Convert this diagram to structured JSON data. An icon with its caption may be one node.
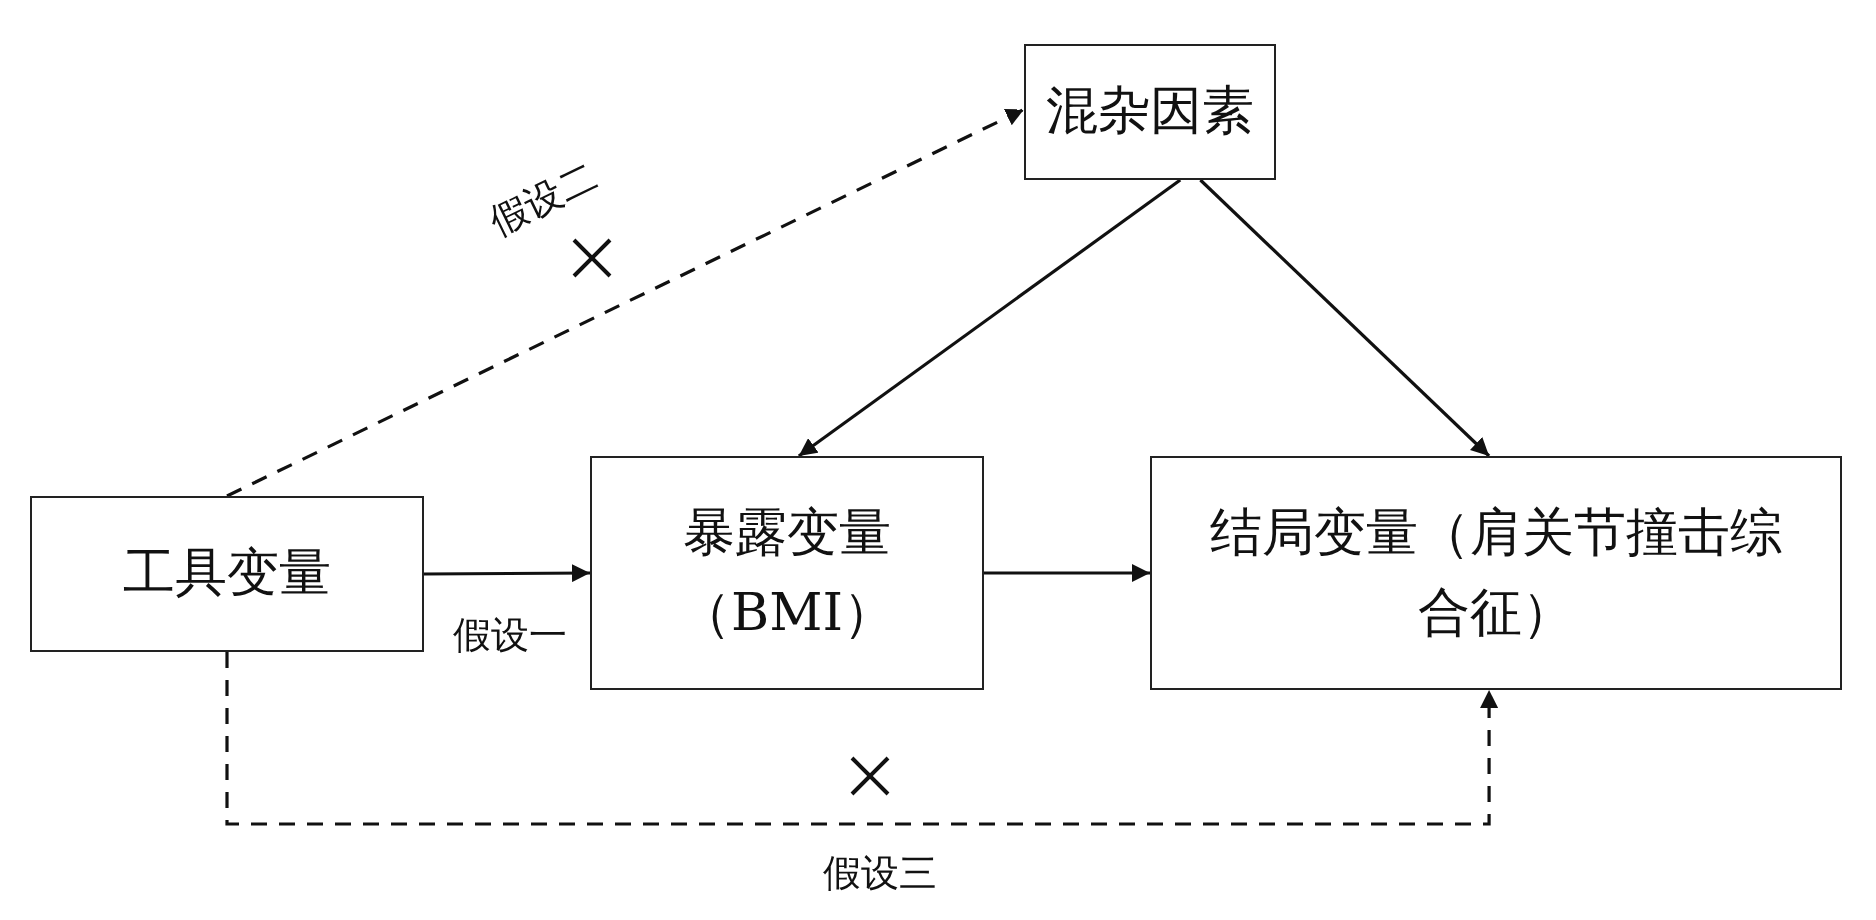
{
  "diagram": {
    "nodes": [
      {
        "text": [
          "混杂因素"
        ]
      },
      {
        "text": [
          "工具变量"
        ]
      },
      {
        "text": [
          "暴露变量（BMI）"
        ]
      },
      {
        "text": [
          "结局变量（肩关节撞击综合征）"
        ]
      }
    ],
    "edges": [
      {
        "from": 1,
        "to": 2,
        "arrow": "to",
        "label": "假设一"
      },
      {
        "from": 2,
        "to": 3,
        "arrow": "to"
      },
      {
        "from": 0,
        "to": 2,
        "arrow": "to"
      },
      {
        "from": 0,
        "to": 3,
        "arrow": "to"
      },
      {
        "from": 1,
        "to": 0,
        "arrow": "to",
        "style": "dashed",
        "label": "假设二"
      },
      {
        "from": 1,
        "to": 3,
        "arrow": "to",
        "style": "dashed",
        "label": "假设三"
      }
    ]
  }
}
